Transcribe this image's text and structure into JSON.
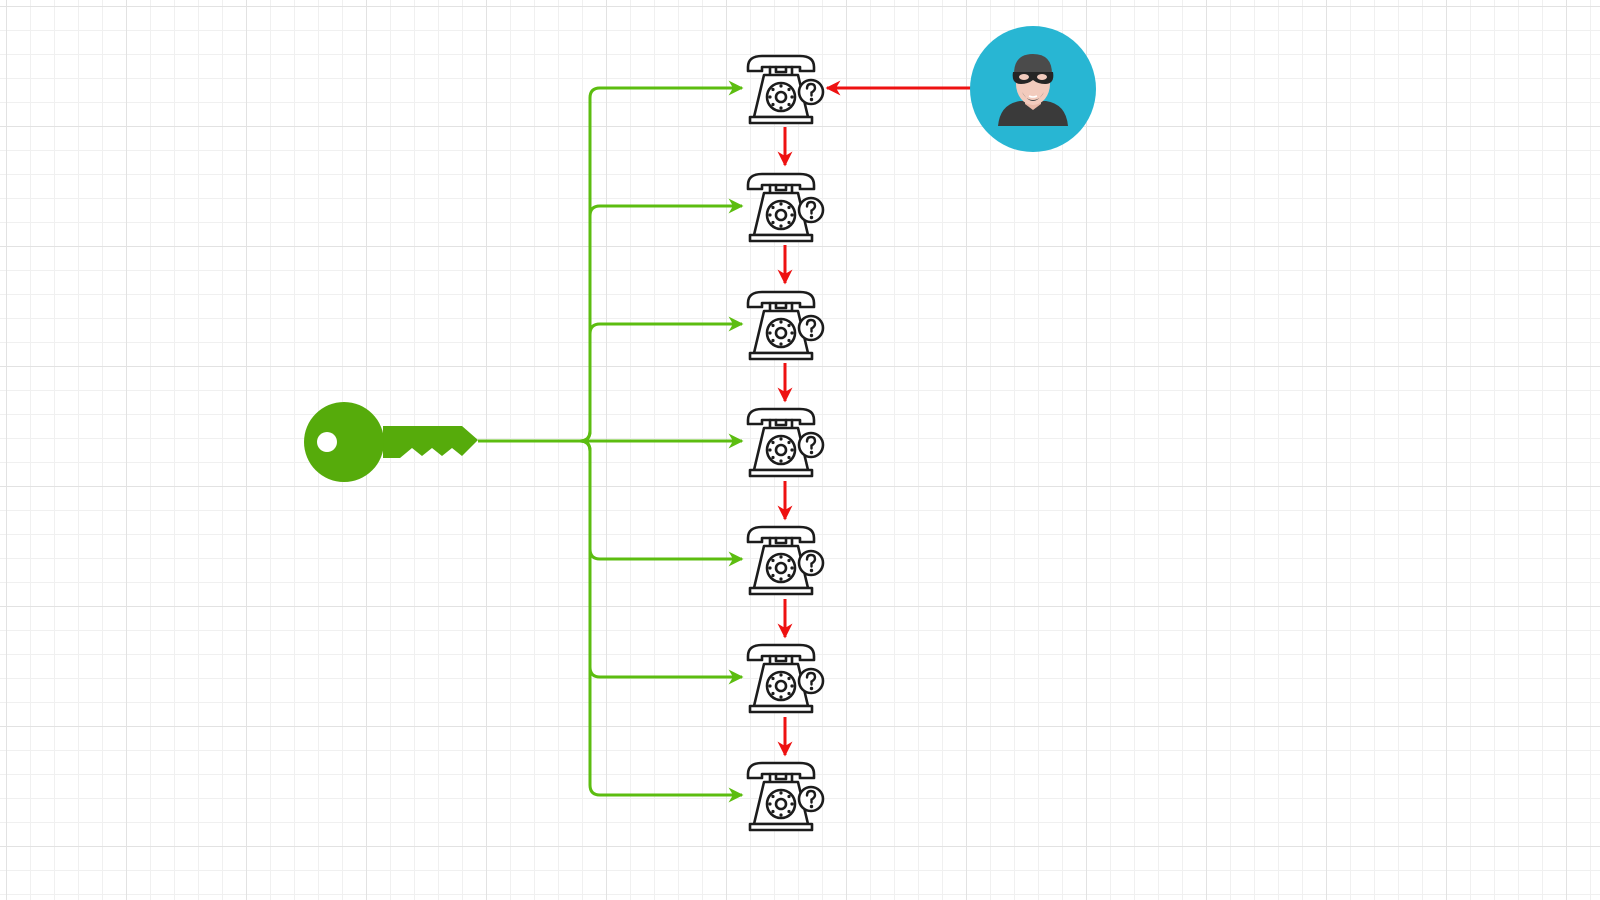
{
  "diagram": {
    "nodes": [
      {
        "id": "key",
        "kind": "key",
        "icon": "key-icon"
      },
      {
        "id": "attacker",
        "kind": "attacker",
        "icon": "hacker-avatar-icon"
      },
      {
        "id": "phone-1",
        "kind": "phone",
        "icon": "rotary-phone-question-icon"
      },
      {
        "id": "phone-2",
        "kind": "phone",
        "icon": "rotary-phone-question-icon"
      },
      {
        "id": "phone-3",
        "kind": "phone",
        "icon": "rotary-phone-question-icon"
      },
      {
        "id": "phone-4",
        "kind": "phone",
        "icon": "rotary-phone-question-icon"
      },
      {
        "id": "phone-5",
        "kind": "phone",
        "icon": "rotary-phone-question-icon"
      },
      {
        "id": "phone-6",
        "kind": "phone",
        "icon": "rotary-phone-question-icon"
      },
      {
        "id": "phone-7",
        "kind": "phone",
        "icon": "rotary-phone-question-icon"
      }
    ],
    "edges": [
      {
        "from": "key",
        "to": "phone-1",
        "color": "green"
      },
      {
        "from": "key",
        "to": "phone-2",
        "color": "green"
      },
      {
        "from": "key",
        "to": "phone-3",
        "color": "green"
      },
      {
        "from": "key",
        "to": "phone-4",
        "color": "green"
      },
      {
        "from": "key",
        "to": "phone-5",
        "color": "green"
      },
      {
        "from": "key",
        "to": "phone-6",
        "color": "green"
      },
      {
        "from": "key",
        "to": "phone-7",
        "color": "green"
      },
      {
        "from": "attacker",
        "to": "phone-1",
        "color": "red"
      },
      {
        "from": "phone-1",
        "to": "phone-2",
        "color": "red"
      },
      {
        "from": "phone-2",
        "to": "phone-3",
        "color": "red"
      },
      {
        "from": "phone-3",
        "to": "phone-4",
        "color": "red"
      },
      {
        "from": "phone-4",
        "to": "phone-5",
        "color": "red"
      },
      {
        "from": "phone-5",
        "to": "phone-6",
        "color": "red"
      },
      {
        "from": "phone-6",
        "to": "phone-7",
        "color": "red"
      }
    ]
  },
  "colors": {
    "green": "#5cbd10",
    "key": "#56ab0b",
    "red": "#ee1111",
    "attacker_bg": "#28b6d3",
    "grid_major": "#e2e2e2",
    "grid_minor": "#f0f0f0",
    "phone_stroke": "#1c1c1c"
  }
}
